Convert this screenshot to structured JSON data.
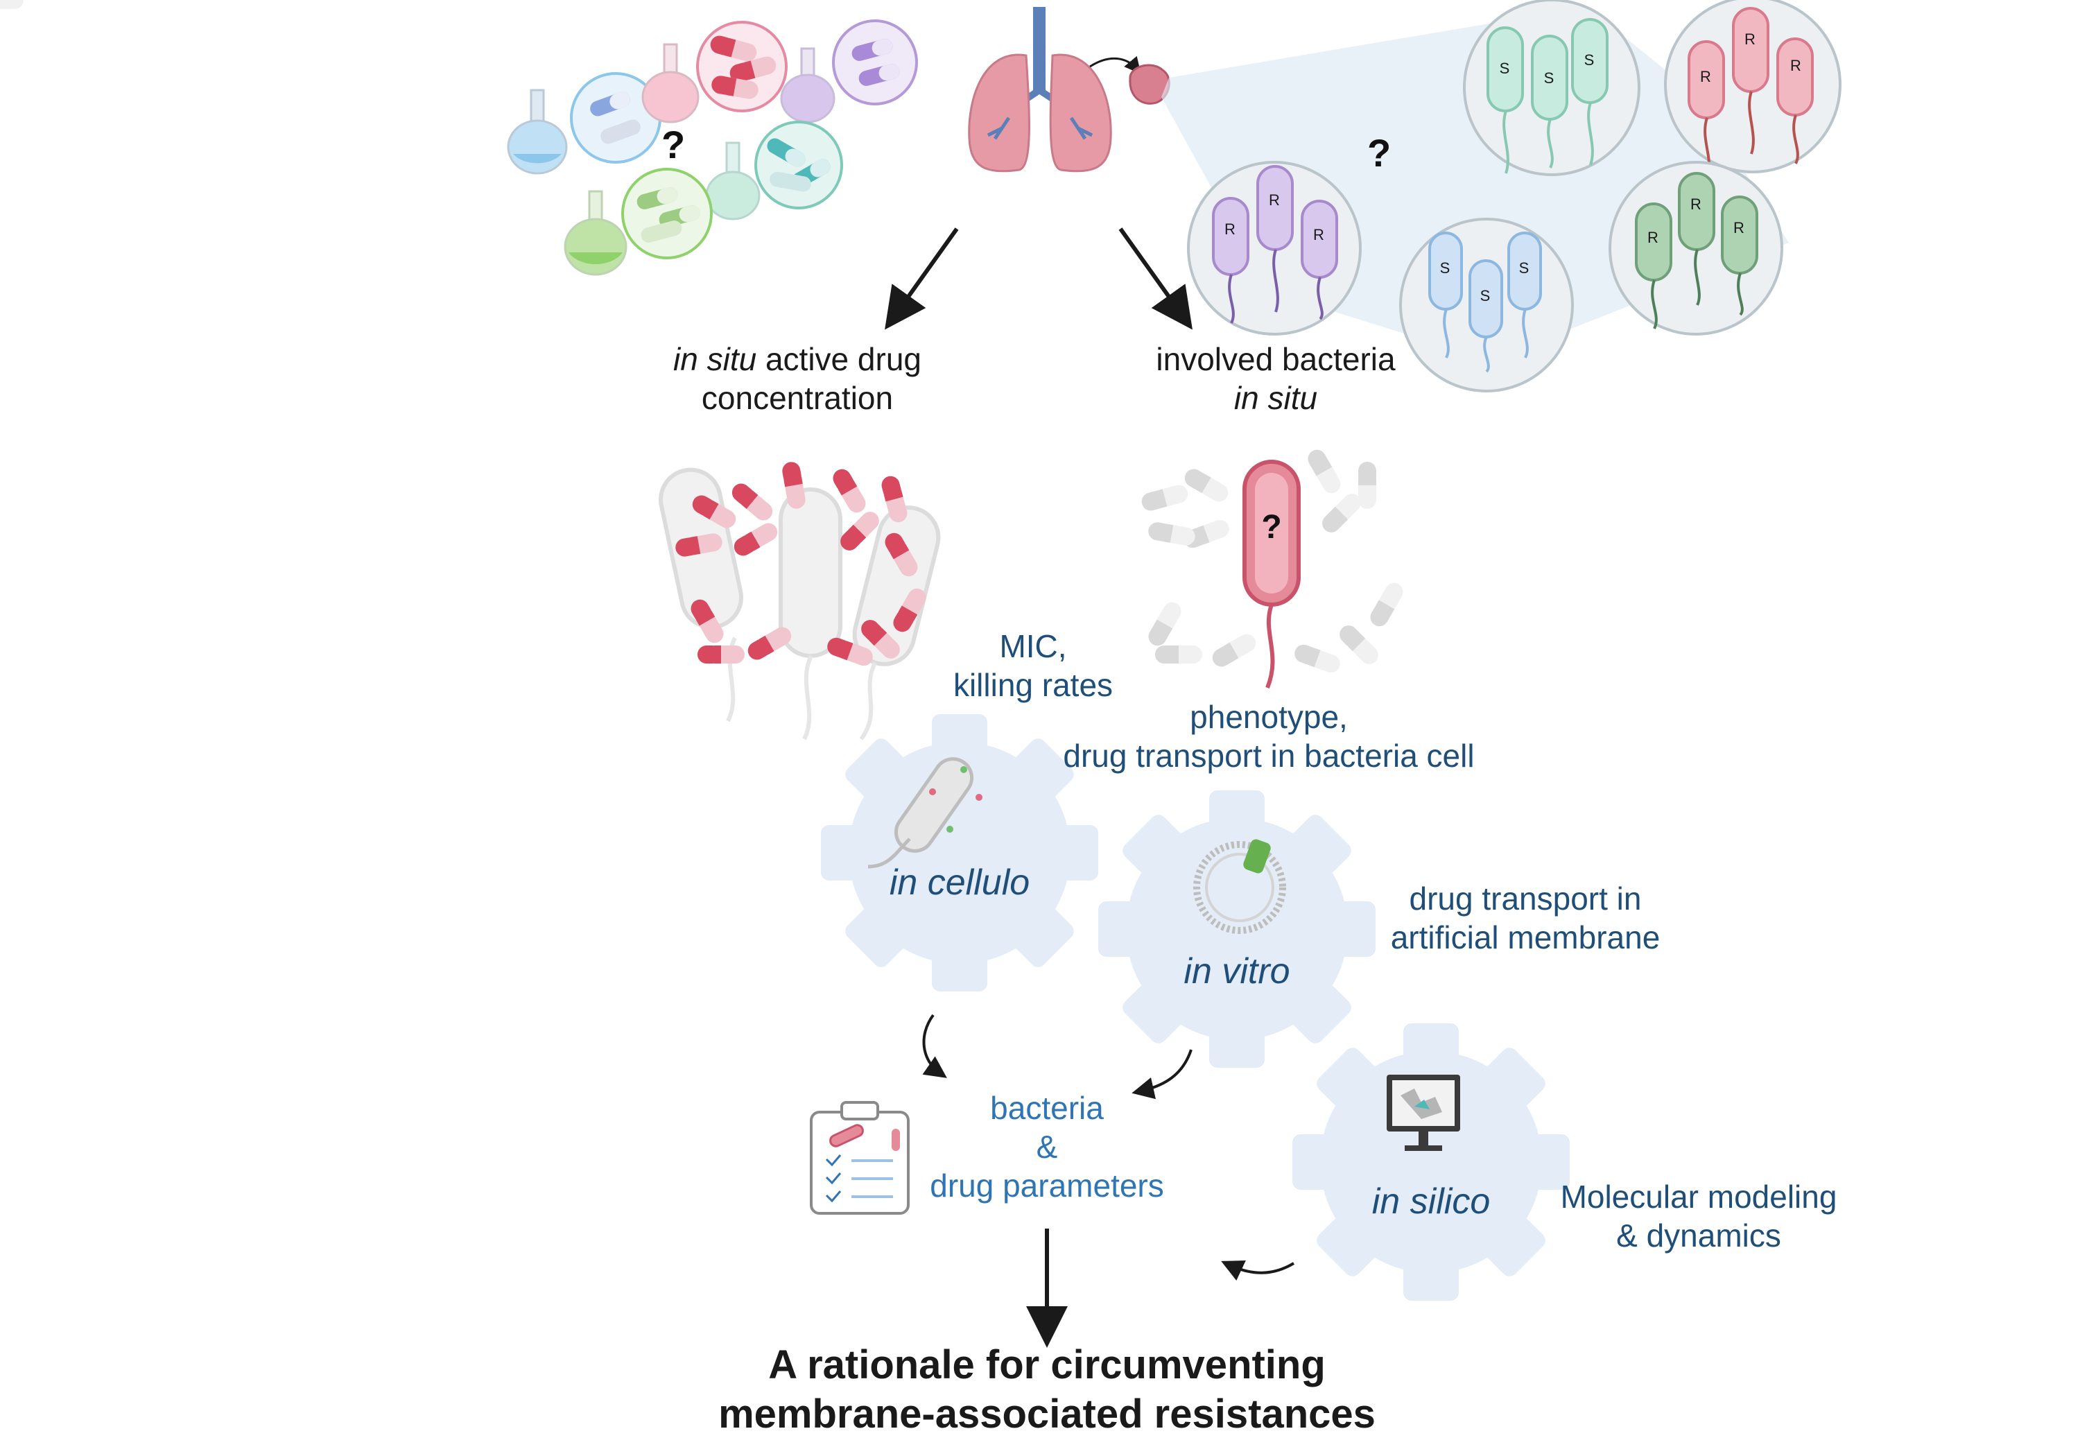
{
  "labels": {
    "drug_conc_italic": "in situ",
    "drug_conc_rest": " active drug",
    "drug_conc_line2": "concentration",
    "bacteria_line1": "involved bacteria",
    "bacteria_italic": "in situ",
    "mic_line1": "MIC,",
    "mic_line2": "killing rates",
    "phenotype_line1": "phenotype,",
    "phenotype_line2": "drug transport in bacteria cell",
    "artificial_line1": "drug transport in",
    "artificial_line2": "artificial membrane",
    "params_line1": "bacteria",
    "params_line2": "&",
    "params_line3": "drug parameters",
    "modeling_line1": "Molecular modeling",
    "modeling_line2": "& dynamics"
  },
  "gears": {
    "cellulo": "in cellulo",
    "vitro": "in vitro",
    "silico": "in silico"
  },
  "question_mark": "?",
  "bacteria_markers": {
    "susceptible": "S",
    "resistant": "R"
  },
  "title": {
    "line1": "A rationale for circumventing",
    "line2": "membrane-associated resistances"
  },
  "colors": {
    "gear": "#e3ecf7",
    "navy_text": "#1f4e79",
    "blue_text": "#2f75b5",
    "lung": "#e8a0a8",
    "bacterium_pink": "#e07a8a",
    "bacterium_green": "#8ccfb0",
    "bacterium_blue": "#9cc3e6",
    "bacterium_purple": "#b49ad6",
    "bacterium_darkgreen": "#7fb08a"
  }
}
